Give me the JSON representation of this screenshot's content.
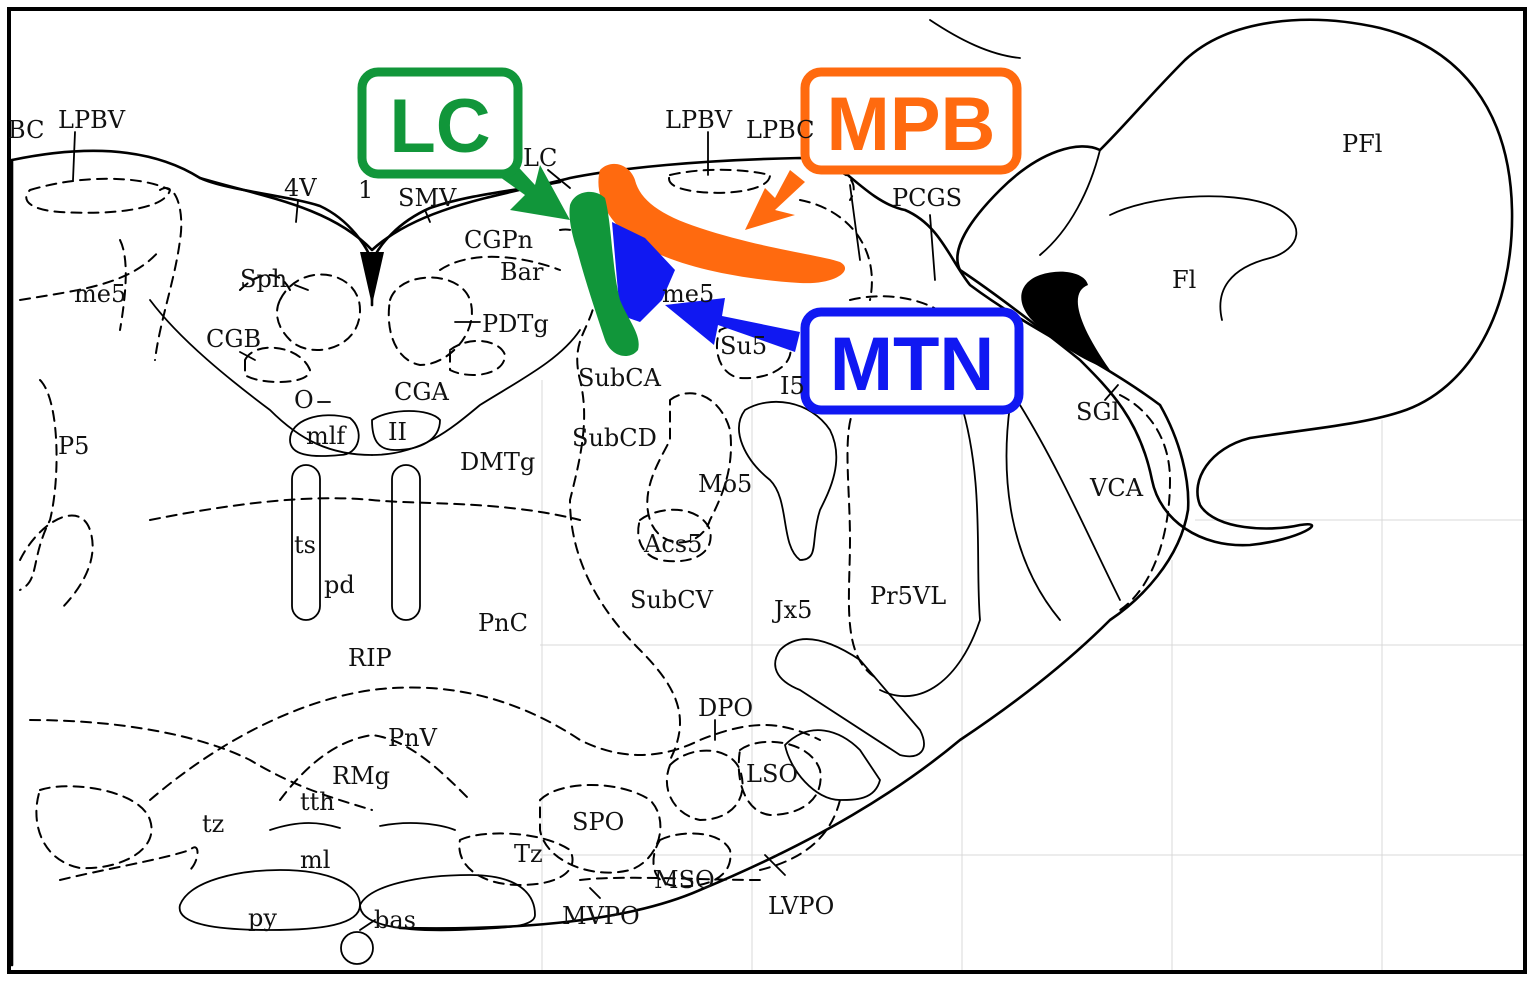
{
  "colors": {
    "lc": "#11963a",
    "mpb": "#ff6a0f",
    "mtn": "#1018f2",
    "line": "#000000"
  },
  "callouts": {
    "lc": "LC",
    "mpb": "MPB",
    "mtn": "MTN"
  },
  "labels": {
    "bc": "BC",
    "lpbv_left": "LPBV",
    "me5_left": "me5",
    "p5": "P5",
    "v4": "4V",
    "one": "1",
    "smv": "SMV",
    "cgpn": "CGPn",
    "bar": "Bar",
    "lc_small": "LC",
    "sph": "Sph",
    "cgb": "CGB",
    "pdtg": "PDTg",
    "o": "O",
    "cga": "CGA",
    "mlf": "mlf",
    "ii": "II",
    "dmtg": "DMTg",
    "subca": "SubCA",
    "subcd": "SubCD",
    "subcv": "SubCV",
    "lpbv_right": "LPBV",
    "lpbc": "LPBC",
    "me5_right": "me5",
    "su5": "Su5",
    "i5": "I5",
    "pcgs": "PCGS",
    "pfl": "PFl",
    "fl": "Fl",
    "sgl": "SGl",
    "vca": "VCA",
    "mo5": "Mo5",
    "acs5": "Acs5",
    "jx5": "Jx5",
    "pr5vl": "Pr5VL",
    "ts": "ts",
    "pd": "pd",
    "pnc": "PnC",
    "rip": "RIP",
    "dpo": "DPO",
    "pnv": "PnV",
    "rmg": "RMg",
    "tth": "tth",
    "tz_lower": "tz",
    "ml": "ml",
    "py": "py",
    "bas": "bas",
    "spo": "SPO",
    "tz_upper": "Tz",
    "lso": "LSO",
    "mso": "MSO",
    "mvpo": "MVPO",
    "lvpo": "LVPO"
  }
}
